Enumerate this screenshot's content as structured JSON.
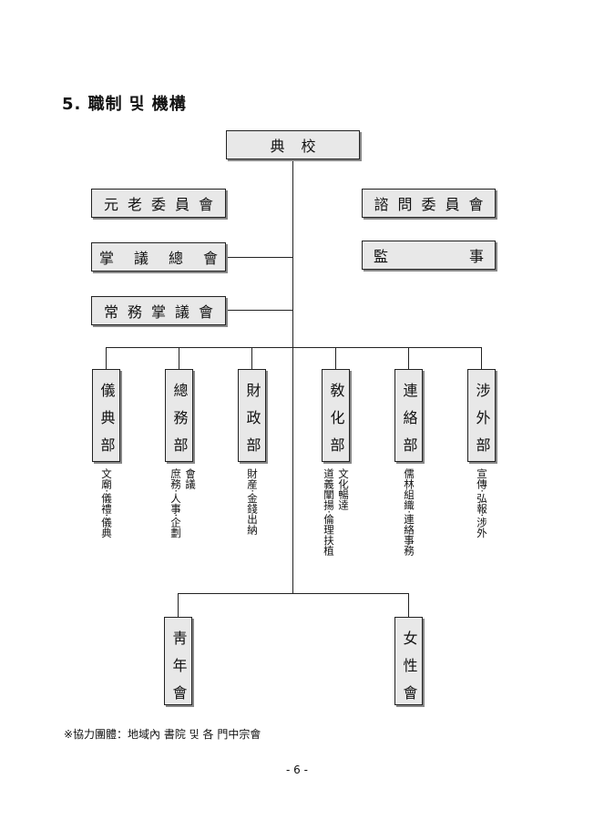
{
  "section_title": "5. 職制 및 機構",
  "top": {
    "head": "典校"
  },
  "left_boxes": {
    "elders": "元老委員會",
    "assembly": "掌議總會",
    "standing": "常務掌議會"
  },
  "right_boxes": {
    "advisory": "諮問委員會",
    "auditor_left": "監",
    "auditor_right": "事"
  },
  "departments": [
    {
      "name": "儀典部",
      "desc": [
        "文廟·儀禮·儀典"
      ]
    },
    {
      "name": "總務部",
      "desc": [
        "會議",
        "庶務·人事·企劃"
      ]
    },
    {
      "name": "財政部",
      "desc": [
        "財産·金錢出納"
      ]
    },
    {
      "name": "敎化部",
      "desc": [
        "文化暢達",
        "道義闡揚·倫理扶植"
      ]
    },
    {
      "name": "連絡部",
      "desc": [
        "儒林組織·連絡事務"
      ]
    },
    {
      "name": "涉外部",
      "desc": [
        "宣傳·弘報·涉外"
      ]
    }
  ],
  "bottom_boxes": {
    "youth": "靑年會",
    "women": "女性會"
  },
  "footnote": "※協力團體：地域內 書院 및 各 門中宗會",
  "page_number": "- 6 -"
}
